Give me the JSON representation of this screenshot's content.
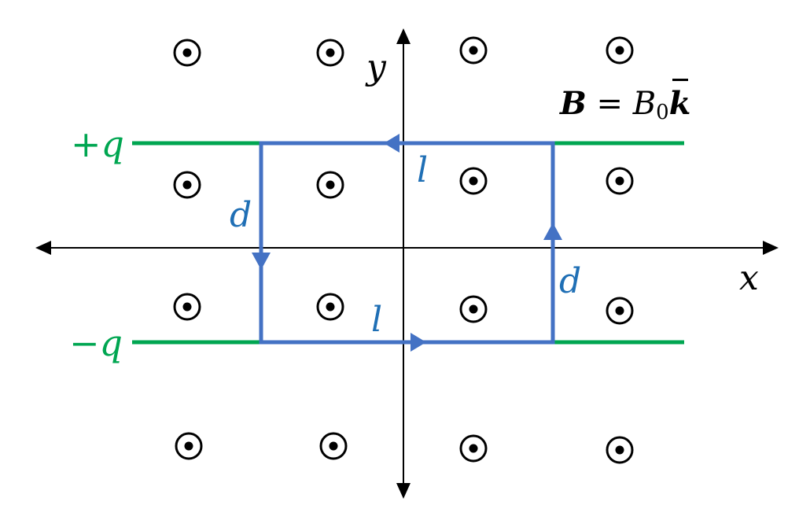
{
  "labels": {
    "x_axis": "x",
    "y_axis": "y",
    "plus_q": "+q",
    "minus_q": "−q",
    "side_d": "d",
    "side_l": "l",
    "field_bold": "B",
    "field_eq": " = ",
    "field_b": "B",
    "field_sub": "0",
    "field_k": "k"
  },
  "colors": {
    "axis": "#000000",
    "plate": "#00a651",
    "loop": "#4472c4",
    "loop_label": "#1f6fb5"
  },
  "symbols": {
    "field_marker": "field-out-of-page-icon"
  }
}
